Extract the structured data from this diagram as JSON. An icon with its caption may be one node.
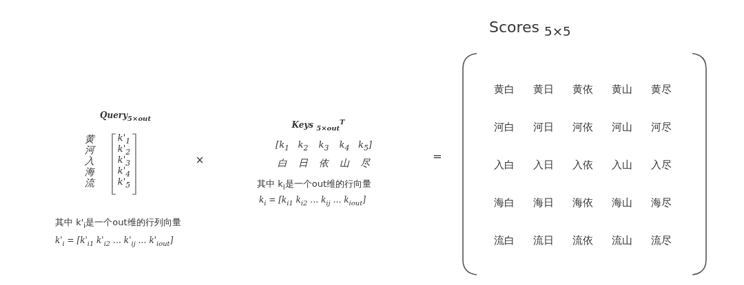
{
  "diagram": {
    "labels": [
      "Query$_{5×out}$",
      "黄",
      "河",
      "入",
      "海",
      "流",
      "k'$_{1}$",
      "k'$_{2}$",
      "k'$_{3}$",
      "k'$_{4}$",
      "k'$_{5}$",
      "其中 k'$_{i}$是一个out维的行列向量",
      "k'$_{i}$ = [k'$_{i1}$  k'$_{i2}$ … k'$_{ij}$ … k'$_{iout}$]",
      "×",
      "Keys $_{5×out}$$^{T}$",
      "[k$_{1}$",
      "k$_{2}$",
      "k$_{3}$",
      "k$_{4}$",
      "k$_{5}$]",
      "白",
      "日",
      "依",
      "山",
      "尽",
      "其中 k$_{i}$是一个out维的行向量",
      "k$_{i}$ = [k$_{i1}$  k$_{i2}$ … k$_{ij}$ … k$_{iout}$]",
      "=",
      "Scores $_{5×5}$",
      "黄白",
      "黄日",
      "黄依",
      "黄山",
      "黄尽",
      "河白",
      "河日",
      "河依",
      "河山",
      "河尽",
      "入白",
      "入日",
      "入依",
      "入山",
      "入尽",
      "海白",
      "海日",
      "海依",
      "海山",
      "海尽",
      "流白",
      "流日",
      "流依",
      "流山",
      "流尽"
    ]
  }
}
